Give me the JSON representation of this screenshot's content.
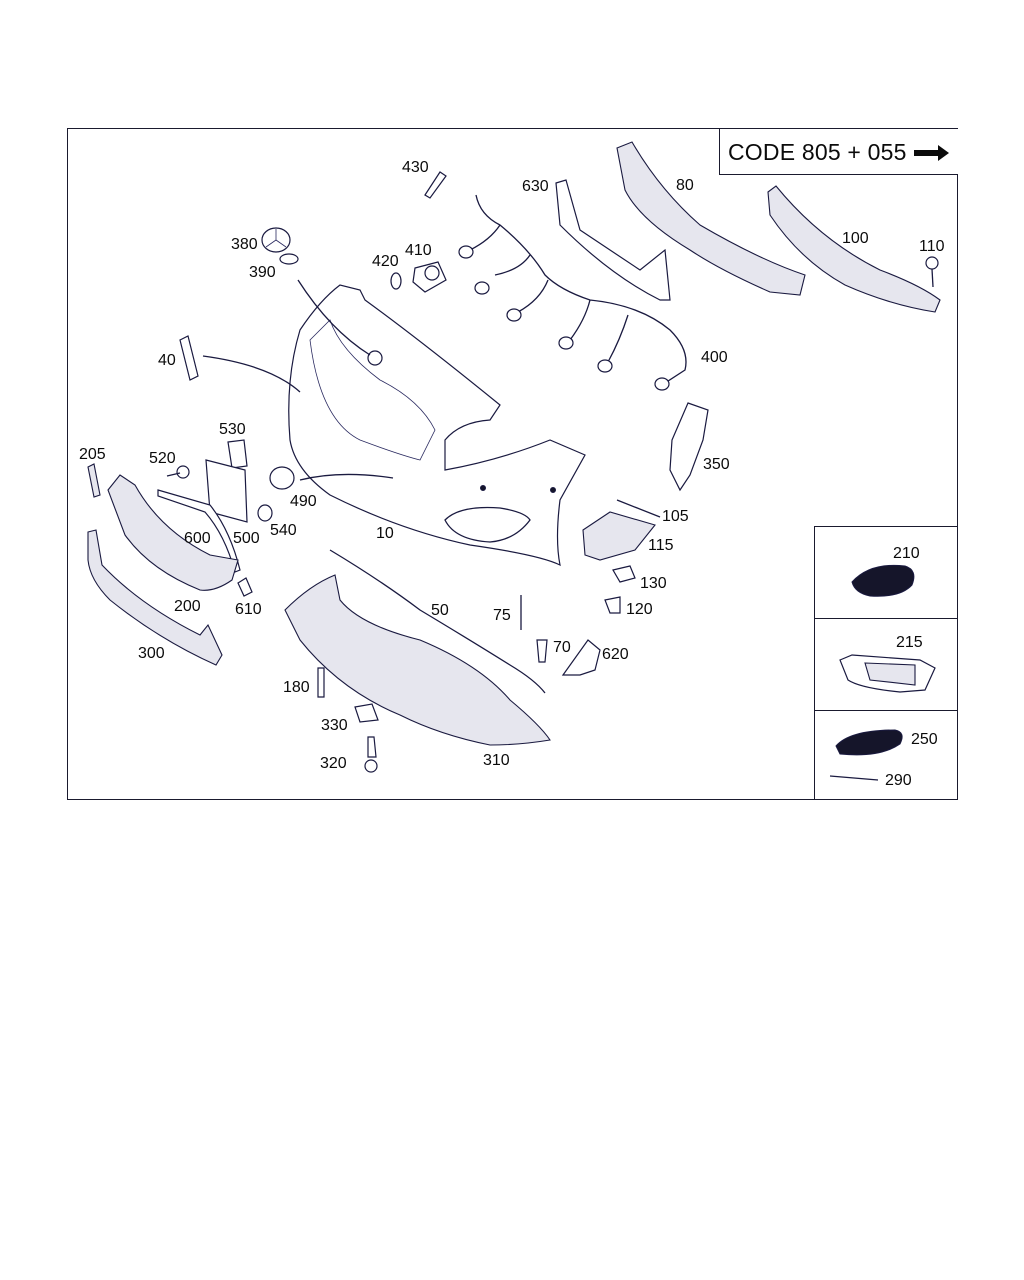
{
  "header": {
    "code_label": "CODE 805 + 055",
    "arrow_icon": "arrow-right-icon"
  },
  "labels": {
    "p10": "10",
    "p40": "40",
    "p50": "50",
    "p70": "70",
    "p75": "75",
    "p80": "80",
    "p100": "100",
    "p105": "105",
    "p110": "110",
    "p115": "115",
    "p120": "120",
    "p130": "130",
    "p180": "180",
    "p200": "200",
    "p205": "205",
    "p210": "210",
    "p215": "215",
    "p250": "250",
    "p290": "290",
    "p300": "300",
    "p310": "310",
    "p320": "320",
    "p330": "330",
    "p350": "350",
    "p380": "380",
    "p390": "390",
    "p400": "400",
    "p410": "410",
    "p420": "420",
    "p430": "430",
    "p490": "490",
    "p500": "500",
    "p520": "520",
    "p530": "530",
    "p540": "540",
    "p600": "600",
    "p610": "610",
    "p620": "620",
    "p630": "630"
  },
  "colors": {
    "line": "#1a1a40",
    "frame": "#1a1a2e",
    "background": "#ffffff"
  }
}
